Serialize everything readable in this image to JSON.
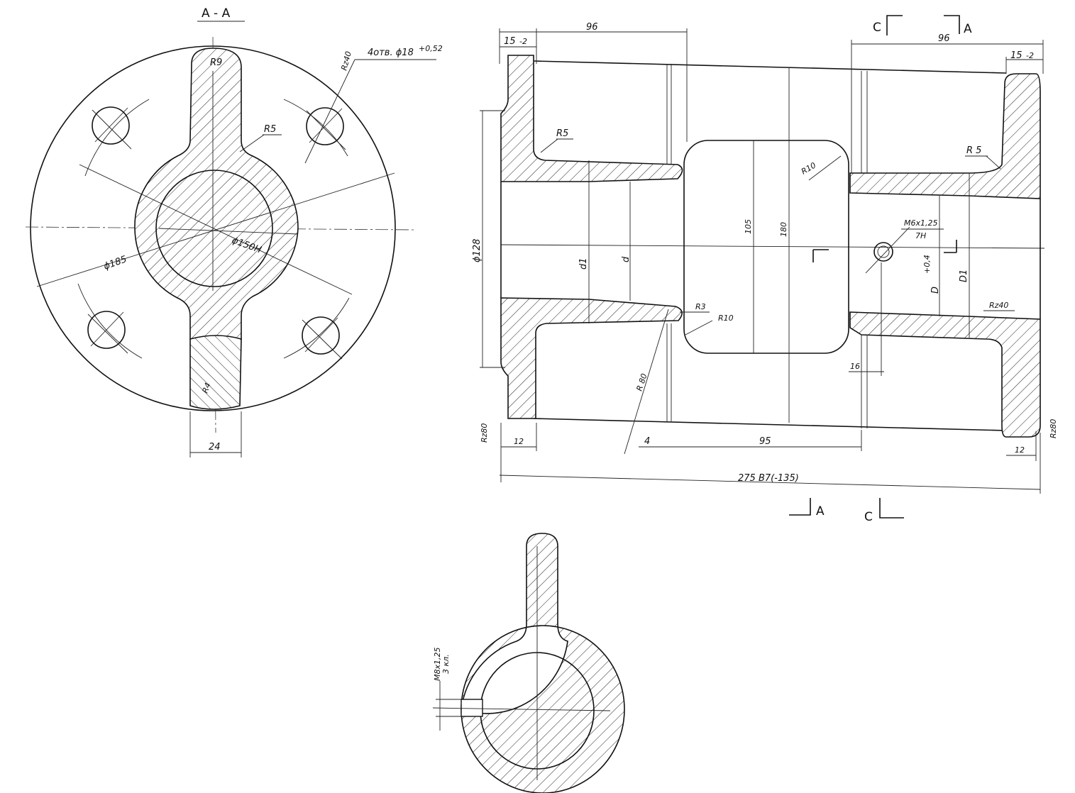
{
  "section_aa": {
    "title": "А - А",
    "holes_note": "4отв. ϕ18",
    "holes_tol": "+0,52",
    "roughness_holes": "Rz40",
    "r9": "R9",
    "r5": "R5",
    "dia_185": "ϕ185",
    "dia_bore": "ϕ150Н",
    "r4": "R4",
    "dim_24": "24"
  },
  "front_view": {
    "dim_96_left": "96",
    "dim_15_left": "15",
    "dim_15_left_tol": "-2",
    "cut_c_top": "С",
    "cut_a_top": "А",
    "dim_96_right": "96",
    "dim_15_right": "15",
    "dim_15_right_tol": "-2",
    "r5_left": "R5",
    "r10_top": "R10",
    "r5_right": "R 5",
    "dia_128": "ϕ128",
    "d1": "d1",
    "d": "d",
    "dim_105": "105",
    "dim_180": "180",
    "thread": "М6х1,25",
    "thread_fit": "7Н",
    "D": "D",
    "D_tol": "+0,4",
    "D1": "D1",
    "roughness_right": "Rz40",
    "r3": "R3",
    "r10_bot": "R10",
    "r80": "R 80",
    "dim_16": "16",
    "roughness_left_bot": "Rz80",
    "roughness_right_bot": "Rz80",
    "dim_12_left": "12",
    "dim_4": "4",
    "dim_95": "95",
    "dim_12_right": "12",
    "overall": "275 B7(-135)",
    "cut_a_bot": "А",
    "cut_c_bot": "С"
  },
  "section_c": {
    "thread_note": "М8х1,25",
    "thread_note2": "3 кл."
  }
}
